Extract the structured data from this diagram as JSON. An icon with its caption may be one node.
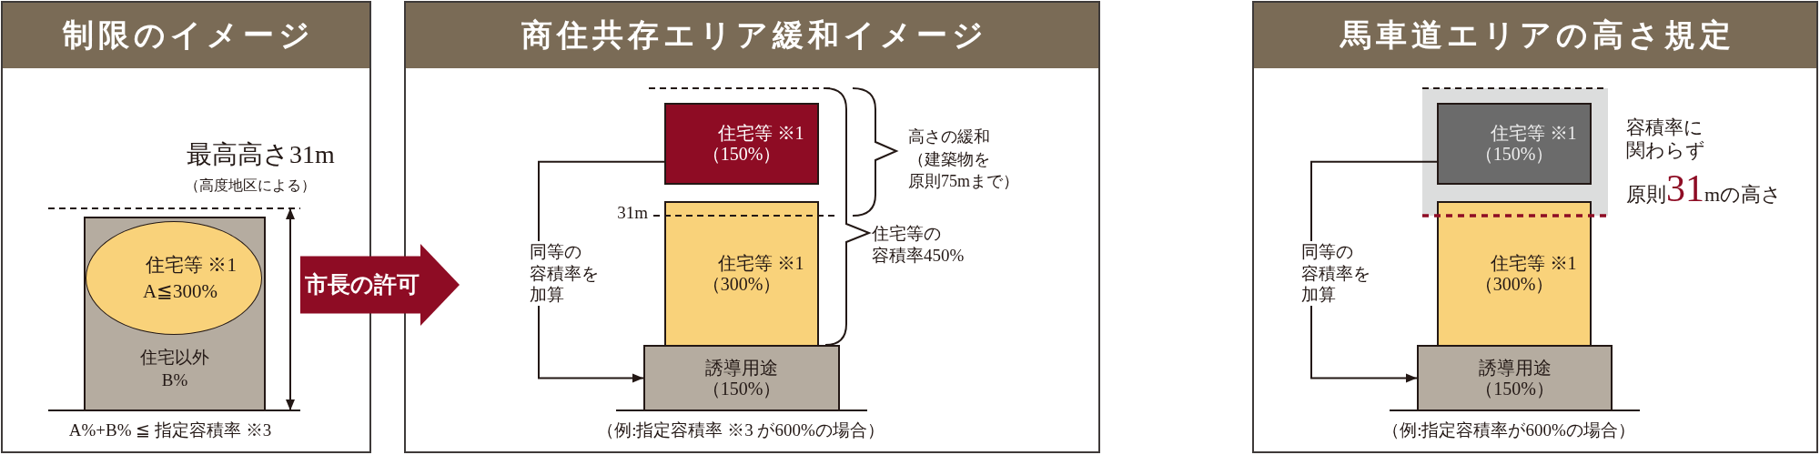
{
  "diagram": {
    "nodes": [
      {
        "text": [
          "制限のイメージ"
        ]
      },
      {
        "text": [
          "住宅以外",
          "B%"
        ],
        "in": 0
      },
      {
        "text": [
          "住宅等 ※1",
          "A≦300%"
        ],
        "in": 1
      },
      {
        "text": [
          "商住共存エリア緩和イメージ"
        ]
      },
      {
        "text": [
          "住宅等 ※1",
          "（150%）"
        ],
        "in": 3
      },
      {
        "text": [
          "住宅等 ※1",
          "（300%）"
        ],
        "in": 3
      },
      {
        "text": [
          "誘導用途",
          "（150%）"
        ],
        "in": 3
      },
      {
        "text": [
          "馬車道エリアの高さ規定"
        ]
      },
      {
        "text": [
          "住宅等 ※1",
          "（150%）"
        ],
        "in": 7
      },
      {
        "text": [
          "住宅等 ※1",
          "（300%）"
        ],
        "in": 7
      },
      {
        "text": [
          "誘導用途",
          "（150%）"
        ],
        "in": 7
      }
    ],
    "edges": [
      {
        "from": 0,
        "to": 3,
        "arrow": "to",
        "label": "市長の許可",
        "style": "thick",
        "color": "#8e0c24"
      },
      {
        "from": 4,
        "to": 6,
        "arrow": "to",
        "label": "同等の容積率を加算"
      },
      {
        "from": 8,
        "to": 10,
        "arrow": "to",
        "label": "同等の容積率を加算"
      }
    ],
    "labels": [
      "最高高さ31m",
      "（高度地区による）",
      "A%+B% ≦ 指定容積率 ※3",
      "高さの緩和（建築物を原則75mまで）",
      "31m",
      "住宅等の容積率450%",
      "（例:指定容積率 ※3 が600%の場合）",
      "容積率に関わらず",
      "原則**31**mの高さ",
      "（例:指定容積率が600%の場合）"
    ]
  }
}
